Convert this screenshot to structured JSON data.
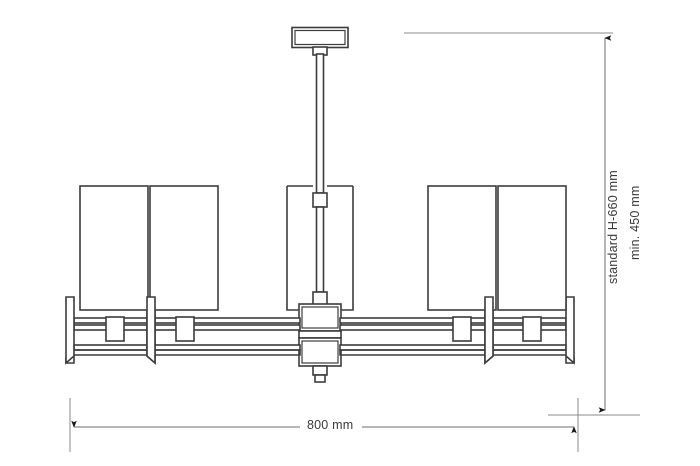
{
  "drawing": {
    "type": "technical-dimension-drawing",
    "subject": "5-light linear chandelier elevation",
    "background_color": "#ffffff",
    "line_color": "#3c3c3c",
    "dimension_line_color": "#6e6e6e",
    "arrow_color": "#1a1a1a"
  },
  "dimensions": {
    "width": {
      "label": "800 mm",
      "orientation": "horizontal",
      "position": "bottom",
      "value": 800,
      "unit": "mm"
    },
    "height_standard": {
      "label": "standard H-660 mm",
      "orientation": "vertical",
      "position": "right",
      "value": 660,
      "unit": "mm"
    },
    "height_min": {
      "label": "min. 450 mm",
      "orientation": "vertical",
      "position": "right",
      "value": 450,
      "unit": "mm"
    }
  },
  "fixture": {
    "canopy": {
      "name": "ceiling-canopy-plate"
    },
    "stem": {
      "name": "suspension-rod"
    },
    "hub": {
      "name": "central-body-block"
    },
    "finial": {
      "name": "bottom-finial"
    },
    "shade_count": 5,
    "shades": [
      {
        "name": "shade-1",
        "position": "outer-left"
      },
      {
        "name": "shade-2",
        "position": "inner-left"
      },
      {
        "name": "shade-3",
        "position": "center"
      },
      {
        "name": "shade-4",
        "position": "inner-right"
      },
      {
        "name": "shade-5",
        "position": "outer-right"
      }
    ],
    "arms": {
      "name": "horizontal-arm-bars",
      "count": 2
    },
    "brackets": {
      "name": "u-frame-brackets",
      "count": 4
    }
  }
}
